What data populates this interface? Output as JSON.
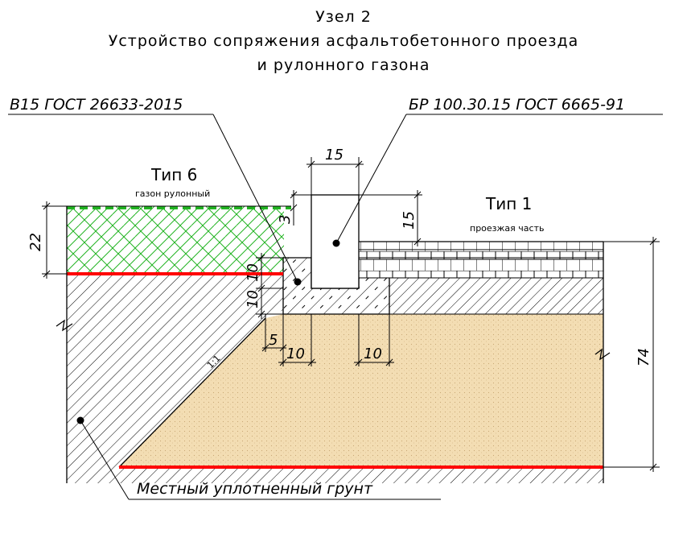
{
  "title": {
    "line1": "Узел 2",
    "line2": "Устройство сопряжения асфальтобетонного проезда",
    "line3": "и рулонного газона"
  },
  "callouts": {
    "concrete": "В15 ГОСТ 26633-2015",
    "curb": "БР 100.30.15 ГОСТ 6665-91",
    "soil": "Местный уплотненный грунт"
  },
  "types": {
    "lawn_name": "Тип 6",
    "lawn_desc": "газон рулонный",
    "road_name": "Тип 1",
    "road_desc": "проезжая часть"
  },
  "dimensions": {
    "curb_width": "15",
    "curb_above": "15",
    "lawn_depth": "22",
    "gap": "3",
    "found_top": "10",
    "found_side": "10",
    "offset": "5",
    "left_ext": "10",
    "right_ext": "10",
    "total_depth": "74",
    "slope": "1:1"
  },
  "colors": {
    "lawn_hatch": "#22b422",
    "red_line": "#ff0000",
    "sand": "#f3ddb3"
  }
}
